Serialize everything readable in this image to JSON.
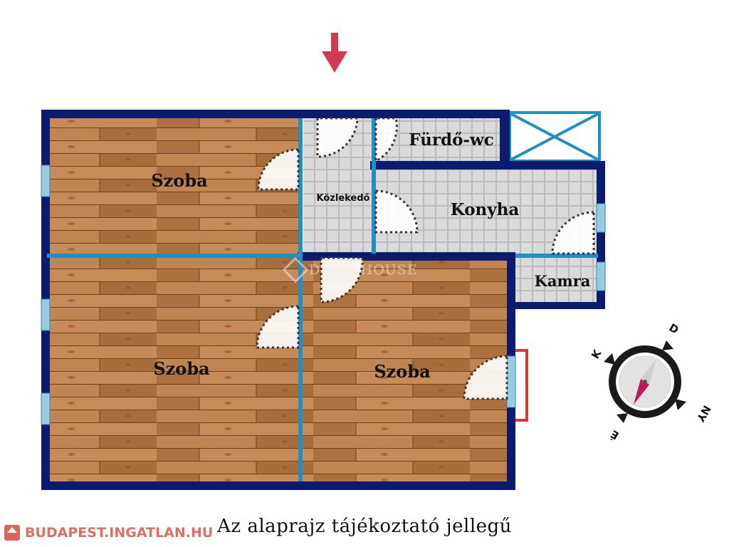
{
  "rooms": {
    "room_top_left": "Szoba",
    "room_bottom_left": "Szoba",
    "room_bottom_right": "Szoba",
    "hallway": "Közlekedő",
    "bathroom": "Fürdő-wc",
    "kitchen": "Konyha",
    "pantry": "Kamra"
  },
  "compass": {
    "north": "É",
    "south": "D",
    "east": "K",
    "west": "NY"
  },
  "caption": "Az alaprajz tájékoztató jellegű",
  "watermark": "BUDAPEST.INGATLAN.HU",
  "brand": "DUNA HOUSE",
  "colors": {
    "wall": "#0b1b6e",
    "partition": "#1f8fc4",
    "wood": "#b77a43",
    "tile": "#dcdcdc",
    "entrance_arrow": "#d23a52",
    "balcony": "#d23a3a"
  }
}
